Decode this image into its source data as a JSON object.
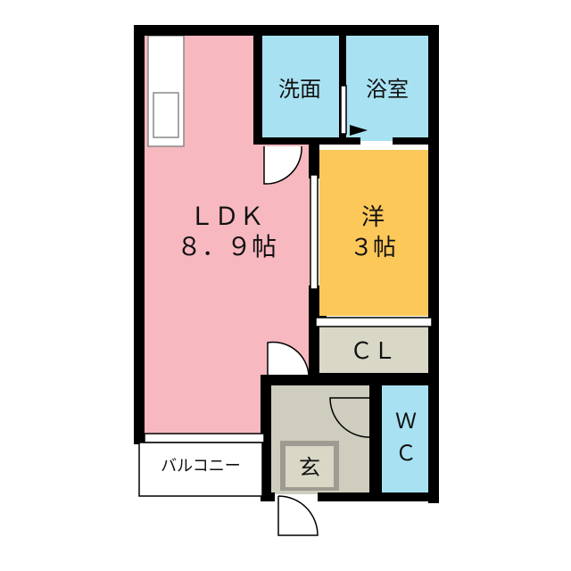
{
  "rooms": {
    "ldk": {
      "line1": "ＬＤＫ",
      "line2": "８．９帖"
    },
    "yoshitsu": {
      "line1": "洋",
      "line2": "３帖"
    },
    "senmen": {
      "label": "洗面"
    },
    "yokushitsu": {
      "label": "浴室"
    },
    "cl": {
      "label": "ＣＬ"
    },
    "wc": {
      "line1": "Ｗ",
      "line2": "Ｃ"
    },
    "genkan": {
      "label": "玄"
    },
    "balcony": {
      "label": "バルコニー"
    }
  },
  "colors": {
    "ldk": "#f7b8c0",
    "wet": "#a8e2f2",
    "yoshitsu": "#fcc85a",
    "storage": "#d9d7c6",
    "entrance": "#cfcdbd",
    "wall": "#000000"
  }
}
